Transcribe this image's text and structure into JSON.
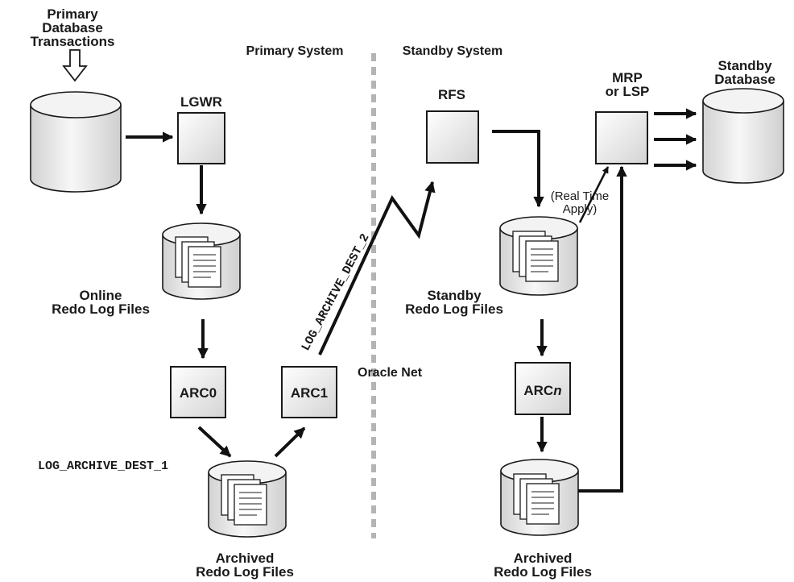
{
  "labels": {
    "primary_transactions": [
      "Primary",
      "Database",
      "Transactions"
    ],
    "primary_system": "Primary System",
    "standby_system": "Standby System",
    "lgwr": "LGWR",
    "rfs": "RFS",
    "mrp": [
      "MRP",
      "or LSP"
    ],
    "standby_database": [
      "Standby",
      "Database"
    ],
    "online_redo": [
      "Online",
      "Redo Log Files"
    ],
    "arc0": "ARC0",
    "arc1": "ARC1",
    "arcn": "ARC",
    "arcn_italic": "n",
    "log_archive_dest_1": "LOG_ARCHIVE_DEST_1",
    "log_archive_dest_2": "LOG_ARCHIVE_DEST_2",
    "oracle_net": "Oracle Net",
    "real_time_apply": [
      "(Real Time",
      "Apply)"
    ],
    "standby_redo": [
      "Standby",
      "Redo Log Files"
    ],
    "archived_primary": [
      "Archived",
      "Redo Log Files"
    ],
    "archived_standby": [
      "Archived",
      "Redo Log Files"
    ]
  }
}
